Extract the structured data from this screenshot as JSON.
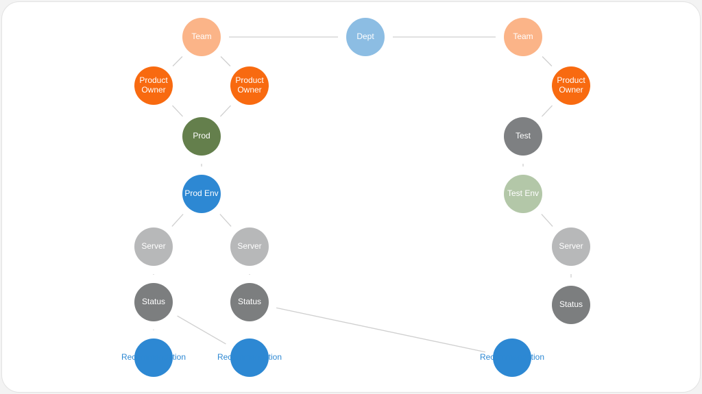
{
  "colors": {
    "team": "#fbb488",
    "dept": "#8cbde3",
    "owner": "#f86a10",
    "prod": "#647f4c",
    "prod_env": "#2d88d3",
    "server": "#b7b8b9",
    "status": "#7c7e7f",
    "test": "#7e8082",
    "test_env": "#b3c7a8",
    "recommendation": "#2d88d3",
    "recommendation_text": "#2d88d3",
    "edge": "#cfcfcf"
  },
  "nodes": [
    {
      "id": "team-left",
      "label": "Team",
      "kind": "team"
    },
    {
      "id": "dept",
      "label": "Dept",
      "kind": "dept"
    },
    {
      "id": "team-right",
      "label": "Team",
      "kind": "team"
    },
    {
      "id": "owner-left-a",
      "label": "Product\nOwner",
      "kind": "owner"
    },
    {
      "id": "owner-left-b",
      "label": "Product\nOwner",
      "kind": "owner"
    },
    {
      "id": "owner-right",
      "label": "Product\nOwner",
      "kind": "owner"
    },
    {
      "id": "prod",
      "label": "Prod",
      "kind": "prod"
    },
    {
      "id": "test",
      "label": "Test",
      "kind": "test"
    },
    {
      "id": "prod-env",
      "label": "Prod Env",
      "kind": "prod_env"
    },
    {
      "id": "test-env",
      "label": "Test Env",
      "kind": "test_env"
    },
    {
      "id": "server-1",
      "label": "Server",
      "kind": "server"
    },
    {
      "id": "server-2",
      "label": "Server",
      "kind": "server"
    },
    {
      "id": "server-3",
      "label": "Server",
      "kind": "server"
    },
    {
      "id": "status-1",
      "label": "Status",
      "kind": "status"
    },
    {
      "id": "status-2",
      "label": "Status",
      "kind": "status"
    },
    {
      "id": "status-3",
      "label": "Status",
      "kind": "status"
    },
    {
      "id": "rec-1",
      "label": "Recommendation",
      "kind": "recommendation"
    },
    {
      "id": "rec-2",
      "label": "Recommendation",
      "kind": "recommendation"
    },
    {
      "id": "rec-3",
      "label": "Recommendation",
      "kind": "recommendation"
    }
  ],
  "edges": [
    [
      "team-left",
      "dept"
    ],
    [
      "dept",
      "team-right"
    ],
    [
      "team-left",
      "owner-left-a"
    ],
    [
      "team-left",
      "owner-left-b"
    ],
    [
      "owner-left-a",
      "prod"
    ],
    [
      "owner-left-b",
      "prod"
    ],
    [
      "prod",
      "prod-env"
    ],
    [
      "prod-env",
      "server-1"
    ],
    [
      "prod-env",
      "server-2"
    ],
    [
      "server-1",
      "status-1"
    ],
    [
      "server-2",
      "status-2"
    ],
    [
      "status-1",
      "rec-1"
    ],
    [
      "status-1",
      "rec-2"
    ],
    [
      "status-2",
      "rec-3"
    ],
    [
      "team-right",
      "owner-right"
    ],
    [
      "owner-right",
      "test"
    ],
    [
      "test",
      "test-env"
    ],
    [
      "test-env",
      "server-3"
    ],
    [
      "server-3",
      "status-3"
    ]
  ]
}
